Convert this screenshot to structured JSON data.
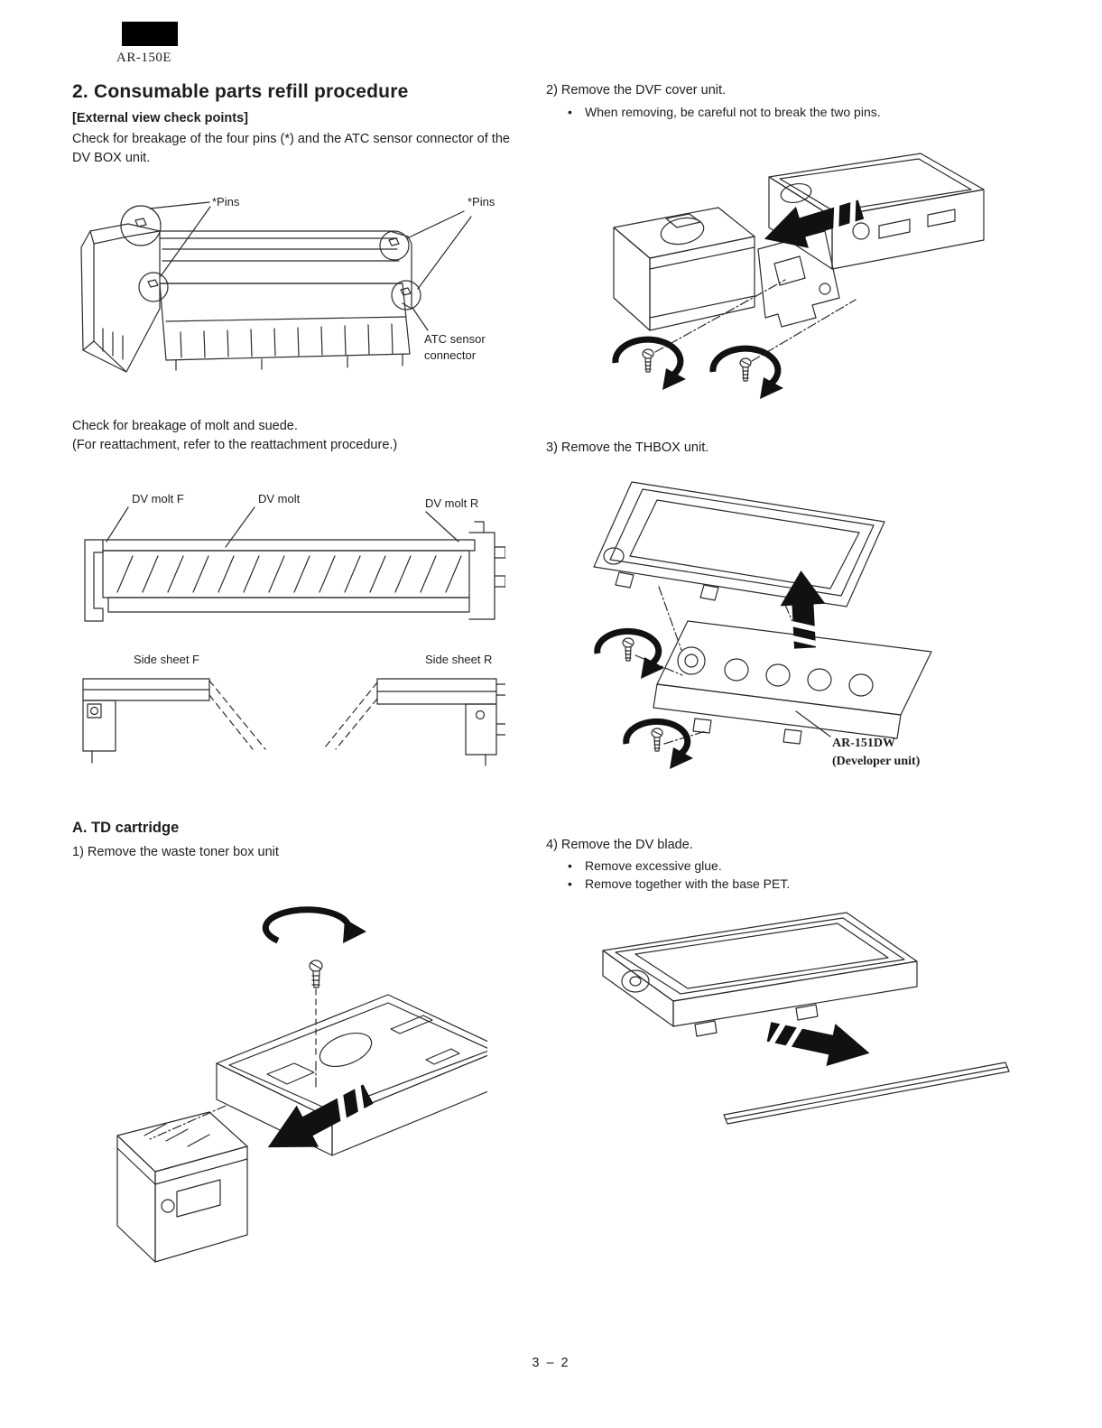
{
  "header": {
    "model": "AR-150E"
  },
  "left": {
    "title": "2. Consumable parts refill procedure",
    "check_heading": "[External view check points]",
    "check_body": "Check for breakage of the four pins (*) and the ATC sensor connector of the DV BOX unit.",
    "fig_external": {
      "pins_left": "*Pins",
      "pins_right": "*Pins",
      "atc_line1": "ATC sensor",
      "atc_line2": "connector"
    },
    "molt_line1": "Check for breakage of molt and suede.",
    "molt_line2": "(For reattachment, refer to the reattachment procedure.)",
    "fig_molt": {
      "dv_molt_f": "DV molt F",
      "dv_molt": "DV molt",
      "dv_molt_r": "DV molt R",
      "side_sheet_f": "Side sheet F",
      "side_sheet_r": "Side sheet R"
    },
    "section_a": "A. TD cartridge",
    "step1": "1) Remove the waste toner box unit"
  },
  "right": {
    "step2": "2) Remove the DVF cover unit.",
    "step2_bullet": "When removing, be careful not to break the two pins.",
    "step3": "3) Remove the THBOX unit.",
    "developer_label_line1": "AR-151DW",
    "developer_label_line2": "(Developer unit)",
    "step4": "4) Remove the DV blade.",
    "step4_bullet1": "Remove excessive glue.",
    "step4_bullet2": "Remove together with the base PET."
  },
  "footer": {
    "page_number": "3 – 2"
  },
  "bullet_char": "•"
}
